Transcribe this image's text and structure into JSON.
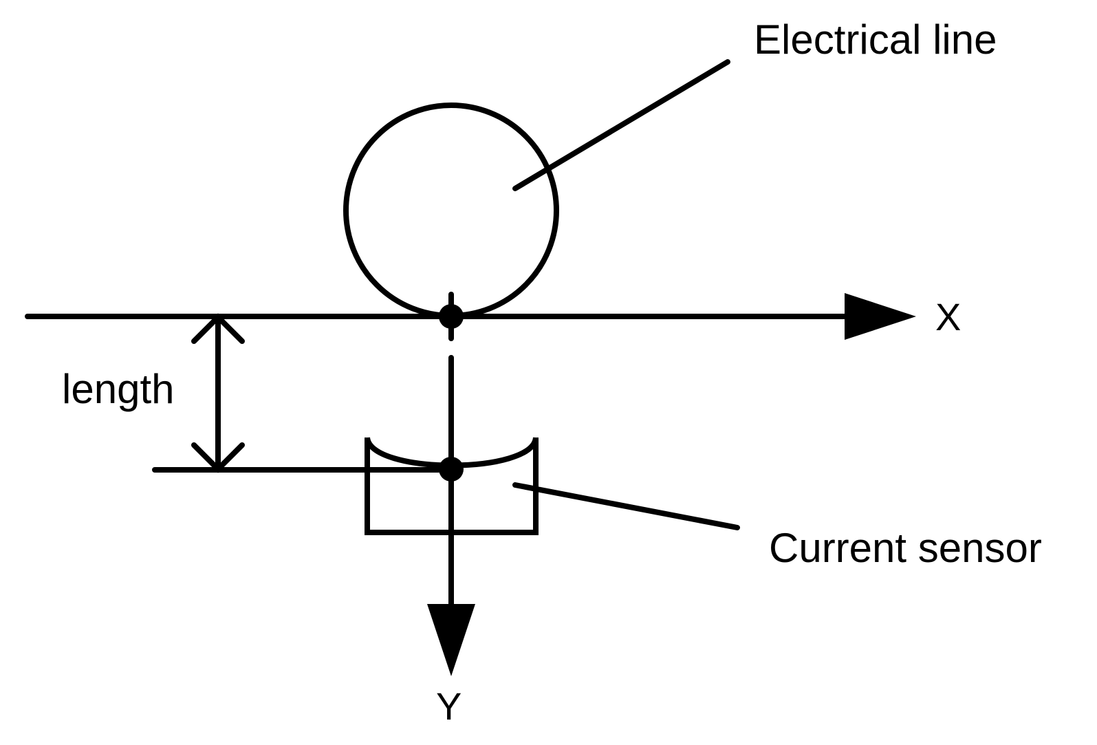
{
  "labels": {
    "electrical_line": "Electrical line",
    "current_sensor": "Current sensor",
    "length": "length",
    "x_axis": "X",
    "y_axis": "Y"
  },
  "colors": {
    "stroke": "#000000",
    "background": "#ffffff"
  }
}
